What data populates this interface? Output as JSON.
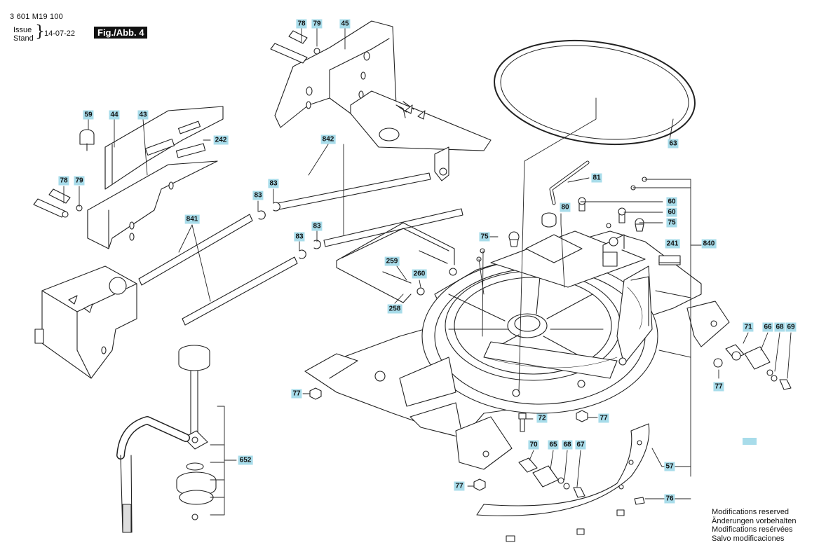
{
  "header": {
    "doc_number": "3 601 M19 100",
    "issue_label": "Issue",
    "stand_label": "Stand",
    "issue_date": "14-07-22",
    "figure_label": "Fig./Abb. 4"
  },
  "notes": [
    "Modifications reserved",
    "Änderungen vorbehalten",
    "Modifications resérvées",
    "Salvo modificaciones"
  ],
  "colors": {
    "callout_fill": "#a8dcea",
    "line": "#222222",
    "label_bg": "#111111"
  },
  "callouts": [
    {
      "id": "c78a",
      "label": "78"
    },
    {
      "id": "c79a",
      "label": "79"
    },
    {
      "id": "c45",
      "label": "45"
    },
    {
      "id": "c59",
      "label": "59"
    },
    {
      "id": "c44",
      "label": "44"
    },
    {
      "id": "c43",
      "label": "43"
    },
    {
      "id": "c242",
      "label": "242"
    },
    {
      "id": "c78b",
      "label": "78"
    },
    {
      "id": "c79b",
      "label": "79"
    },
    {
      "id": "c842",
      "label": "842"
    },
    {
      "id": "c83a",
      "label": "83"
    },
    {
      "id": "c83b",
      "label": "83"
    },
    {
      "id": "c841",
      "label": "841"
    },
    {
      "id": "c83c",
      "label": "83"
    },
    {
      "id": "c83d",
      "label": "83"
    },
    {
      "id": "c259",
      "label": "259"
    },
    {
      "id": "c260",
      "label": "260"
    },
    {
      "id": "c258",
      "label": "258"
    },
    {
      "id": "c63",
      "label": "63"
    },
    {
      "id": "c81",
      "label": "81"
    },
    {
      "id": "c80",
      "label": "80"
    },
    {
      "id": "c60a",
      "label": "60"
    },
    {
      "id": "c60b",
      "label": "60"
    },
    {
      "id": "c75a",
      "label": "75"
    },
    {
      "id": "c75b",
      "label": "75"
    },
    {
      "id": "c241",
      "label": "241"
    },
    {
      "id": "c840",
      "label": "840"
    },
    {
      "id": "c71",
      "label": "71"
    },
    {
      "id": "c66",
      "label": "66"
    },
    {
      "id": "c68a",
      "label": "68"
    },
    {
      "id": "c69",
      "label": "69"
    },
    {
      "id": "c77a",
      "label": "77"
    },
    {
      "id": "c77b",
      "label": "77"
    },
    {
      "id": "c72",
      "label": "72"
    },
    {
      "id": "c77c",
      "label": "77"
    },
    {
      "id": "c70",
      "label": "70"
    },
    {
      "id": "c65",
      "label": "65"
    },
    {
      "id": "c68b",
      "label": "68"
    },
    {
      "id": "c67",
      "label": "67"
    },
    {
      "id": "c652",
      "label": "652"
    },
    {
      "id": "c57",
      "label": "57"
    },
    {
      "id": "c77d",
      "label": "77"
    },
    {
      "id": "c76",
      "label": "76"
    }
  ]
}
